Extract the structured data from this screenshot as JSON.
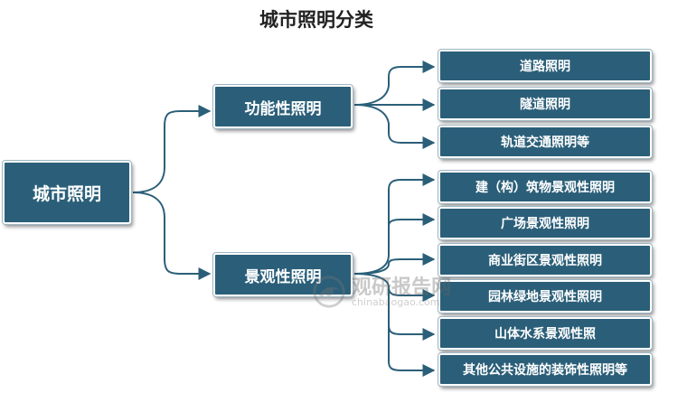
{
  "title": "城市照明分类",
  "root": {
    "label": "城市照明"
  },
  "branches": [
    {
      "label": "功能性照明",
      "children": [
        "道路照明",
        "隧道照明",
        "轨道交通照明等"
      ]
    },
    {
      "label": "景观性照明",
      "children": [
        "建（构）筑物景观性照明",
        "广场景观性照明",
        "商业街区景观性照明",
        "园林绿地景观性照明",
        "山体水系景观性照",
        "其他公共设施的装饰性照明等"
      ]
    }
  ],
  "watermark": {
    "cn": "观研报告网",
    "en": "chinabaogao.com"
  },
  "colors": {
    "node": "#2b5f79",
    "edge": "#2b5f79",
    "border": "#ffffff"
  }
}
